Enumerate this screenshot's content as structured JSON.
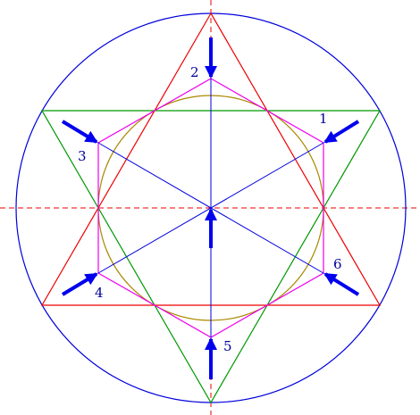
{
  "labels": [
    "1",
    "2",
    "3",
    "4",
    "5",
    "6"
  ],
  "colors": {
    "circle": "#0000dd",
    "red_triangle": "#ee0000",
    "green_triangle": "#009900",
    "hexagon": "#ee00ee",
    "inner_circle": "#aa8800",
    "axes": "#0000dd",
    "center_lines": "#ee0000",
    "arrows": "#0000ee",
    "label_text": "#000099"
  }
}
